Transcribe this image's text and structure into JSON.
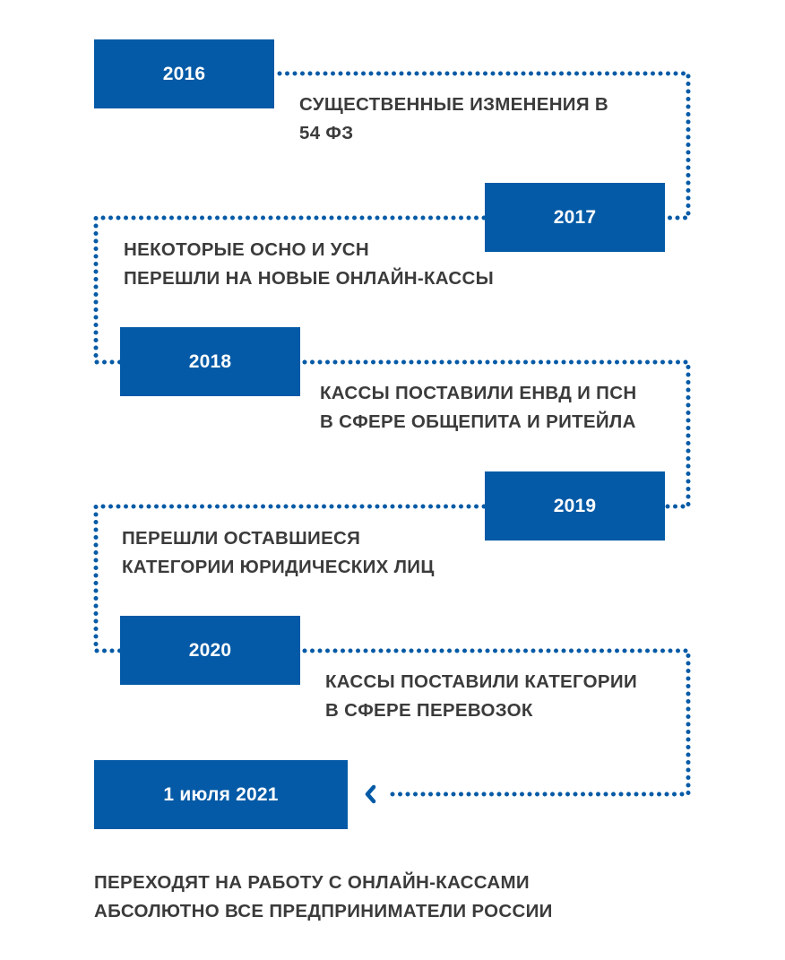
{
  "accent_color": "#045aa6",
  "text_color": "#3b3b3b",
  "connector_style": "dotted",
  "arrow_icon": "chevron-left-icon",
  "steps": [
    {
      "label": "2016",
      "text": "СУЩЕСТВЕННЫЕ ИЗМЕНЕНИЯ В\n54 ФЗ"
    },
    {
      "label": "2017",
      "text": "НЕКОТОРЫЕ ОСНО И УСН\nПЕРЕШЛИ НА НОВЫЕ ОНЛАЙН-КАССЫ"
    },
    {
      "label": "2018",
      "text": "КАССЫ ПОСТАВИЛИ ЕНВД И ПСН\nВ СФЕРЕ ОБЩЕПИТА И РИТЕЙЛА"
    },
    {
      "label": "2019",
      "text": "ПЕРЕШЛИ ОСТАВШИЕСЯ\nКАТЕГОРИИ ЮРИДИЧЕСКИХ ЛИЦ"
    },
    {
      "label": "2020",
      "text": "КАССЫ ПОСТАВИЛИ КАТЕГОРИИ\nВ СФЕРЕ ПЕРЕВОЗОК"
    },
    {
      "label": "1 июля 2021",
      "text": "ПЕРЕХОДЯТ НА РАБОТУ С ОНЛАЙН-КАССАМИ\nАБСОЛЮТНО ВСЕ ПРЕДПРИНИМАТЕЛИ РОССИИ"
    }
  ]
}
